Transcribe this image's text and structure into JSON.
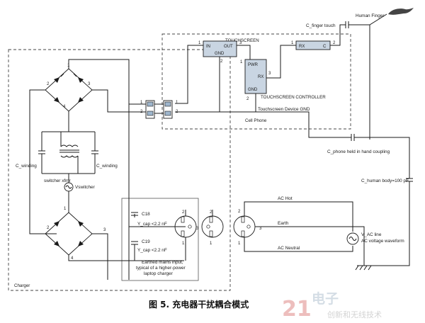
{
  "blocks": {
    "touchscreen": "TOUCHSCREEN",
    "touchscreen_controller": "TOUCHSCREEN CONTROLLER",
    "cell_phone": "Cell Phone",
    "charger": "Charger"
  },
  "touchscreen_chip": {
    "in": "IN",
    "out": "OUT",
    "gnd": "GND"
  },
  "rx_chip": {
    "rx": "RX",
    "c": "C"
  },
  "controller_chip": {
    "pwr": "PWR",
    "rx": "RX",
    "gnd": "GND"
  },
  "labels": {
    "human_finger": "Human Finger",
    "c_finger_touch": "C_finger touch",
    "touchscreen_device_gnd": "Touchscreen Device GND",
    "c_phone_coupling": "C_phone held in hand coupling",
    "c_human_body": "C_human body=100 pF",
    "c_winding_left": "C_winding",
    "c_winding_right": "C_winding",
    "switcher_xfmr": "switcher xfmr",
    "vswitcher": "Vswitcher",
    "c18": "C18",
    "c18_value": "Y_cap <2.2 nF",
    "c19": "C19",
    "c19_value": "Y_cap <2.2 nF",
    "mains_note_1": "Earthed mains input,",
    "mains_note_2": "typical of a higher-power",
    "mains_note_3": "laptop charger",
    "ac_hot": "AC Hot",
    "earth": "Earth",
    "ac_neutral": "AC Neutral",
    "v_ac_line": "V_AC line",
    "ac_voltage_waveform": "AC voltage waveform"
  },
  "pins": [
    "1",
    "2",
    "3",
    "4"
  ],
  "caption": "图 5. 充电器干扰耦合模式",
  "watermark": {
    "main": "21",
    "text": "电子",
    "slogan": "创新和无线技术"
  },
  "colors": {
    "chip_fill": "#c9d5e2",
    "wire": "#1a1a1a",
    "watermark_red": "#e7a9a7"
  }
}
